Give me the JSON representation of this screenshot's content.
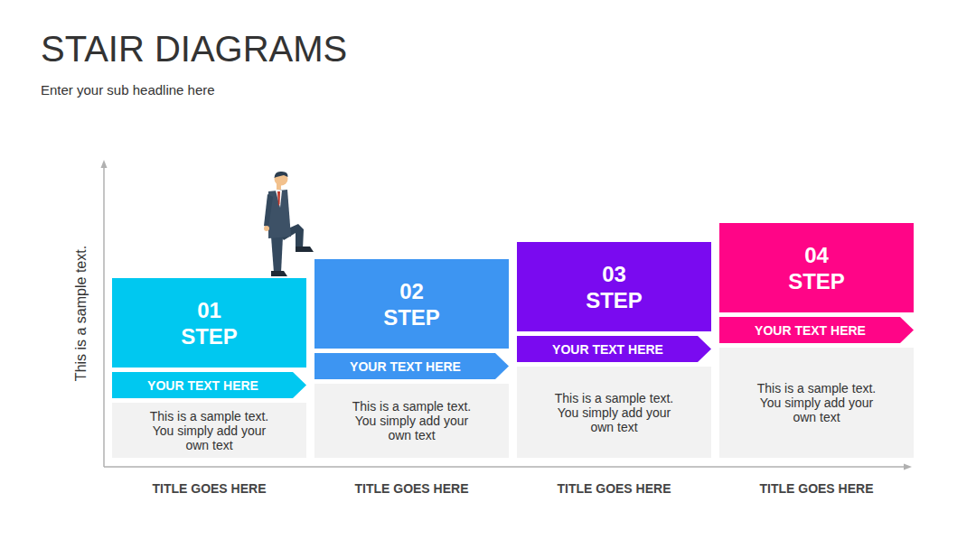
{
  "diagram": {
    "title": "STAIR DIAGRAMS",
    "nodes": [
      {
        "text": [
          "01 STEP"
        ]
      },
      {
        "text": [
          "YOUR TEXT HERE"
        ]
      },
      {
        "text": [
          "This is a sample text. You simply add your own text"
        ]
      },
      {
        "text": [
          "02 STEP"
        ]
      },
      {
        "text": [
          "YOUR TEXT HERE"
        ]
      },
      {
        "text": [
          "This is a sample text. You simply add your own text"
        ]
      },
      {
        "text": [
          "03 STEP"
        ]
      },
      {
        "text": [
          "YOUR TEXT HERE"
        ]
      },
      {
        "text": [
          "This is a sample text. You simply add your own text"
        ]
      },
      {
        "text": [
          "04 STEP"
        ]
      },
      {
        "text": [
          "YOUR TEXT HERE"
        ]
      },
      {
        "text": [
          "This is a sample text. You simply add your own text"
        ]
      }
    ],
    "labels": [
      "Enter your sub headline here",
      "This is a sample text.",
      "TITLE GOES HERE",
      "TITLE GOES HERE",
      "TITLE GOES HERE",
      "TITLE GOES HERE"
    ]
  }
}
